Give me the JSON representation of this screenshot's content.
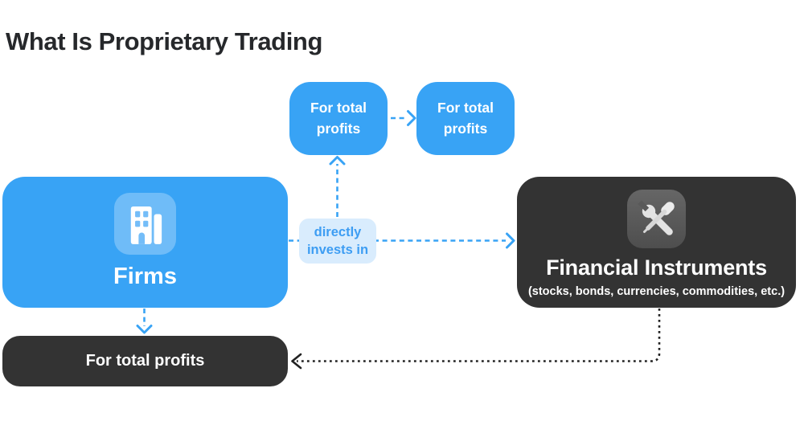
{
  "title": "What Is Proprietary Trading",
  "nodes": {
    "profit_top_left": {
      "label": "For total profits"
    },
    "profit_top_right": {
      "label": "For total profits"
    },
    "firms": {
      "label": "Firms",
      "icon": "office-building-icon"
    },
    "financial_instruments": {
      "label": "Financial Instruments",
      "sublabel": "(stocks, bonds, currencies, commodities, etc.)",
      "icon": "wrench-screwdriver-icon"
    },
    "profit_bottom": {
      "label": "For total profits"
    }
  },
  "edges": {
    "invests_label": "directly invests in"
  },
  "colors": {
    "accent_blue": "#38a3f5",
    "label_bg": "#d9ecfd",
    "label_text": "#3d9df3",
    "dark_box": "#333333",
    "text_on_color": "#ffffff",
    "title_text": "#26282b",
    "connector_black": "#222222"
  }
}
